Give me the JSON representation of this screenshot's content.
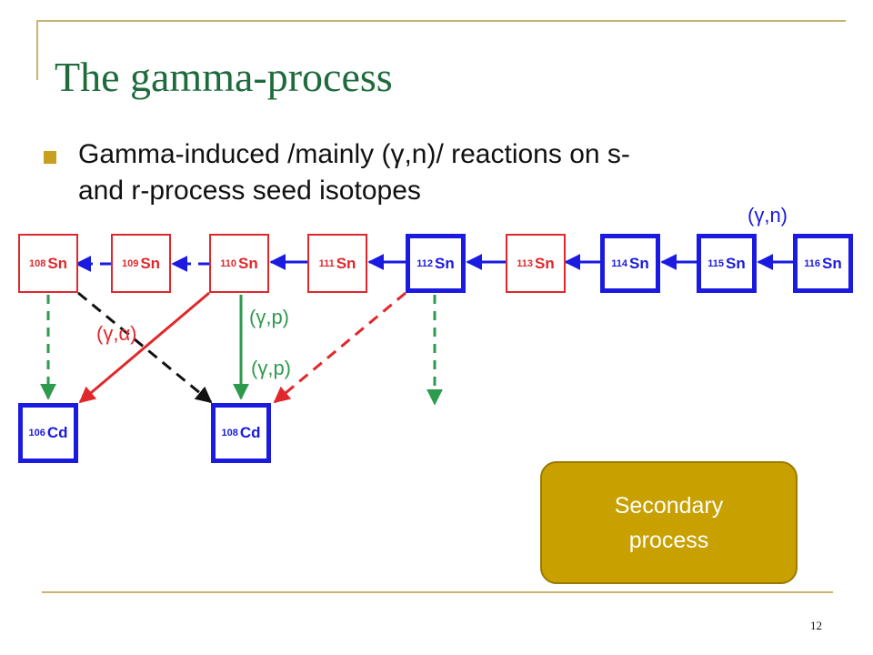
{
  "title": "The gamma-process",
  "bullet": {
    "line1": "Gamma-induced /mainly (γ,n)/ reactions on s-",
    "line2": "and  r-process seed isotopes"
  },
  "isotopes": [
    {
      "mass": "108",
      "element": "Sn",
      "style": "red"
    },
    {
      "mass": "109",
      "element": "Sn",
      "style": "red"
    },
    {
      "mass": "110",
      "element": "Sn",
      "style": "red"
    },
    {
      "mass": "111",
      "element": "Sn",
      "style": "red"
    },
    {
      "mass": "112",
      "element": "Sn",
      "style": "blue"
    },
    {
      "mass": "113",
      "element": "Sn",
      "style": "red"
    },
    {
      "mass": "114",
      "element": "Sn",
      "style": "blue"
    },
    {
      "mass": "115",
      "element": "Sn",
      "style": "blue"
    },
    {
      "mass": "116",
      "element": "Sn",
      "style": "blue"
    }
  ],
  "cadmium": [
    {
      "mass": "106",
      "element": "Cd"
    },
    {
      "mass": "108",
      "element": "Cd"
    }
  ],
  "reaction_labels": {
    "gamma_n": "(γ,n)",
    "gamma_alpha": "(γ,α)",
    "gamma_p_upper": "(γ,p)",
    "gamma_p_lower": "(γ,p)"
  },
  "secondary": {
    "line1": "Secondary",
    "line2": "process"
  },
  "page_number": "12",
  "colors": {
    "title": "#1e6b3c",
    "red": "#e0282c",
    "blue": "#1a1ae0",
    "green": "#2e9a4e",
    "gold": "#c8a000",
    "deco": "#c8b46e"
  }
}
